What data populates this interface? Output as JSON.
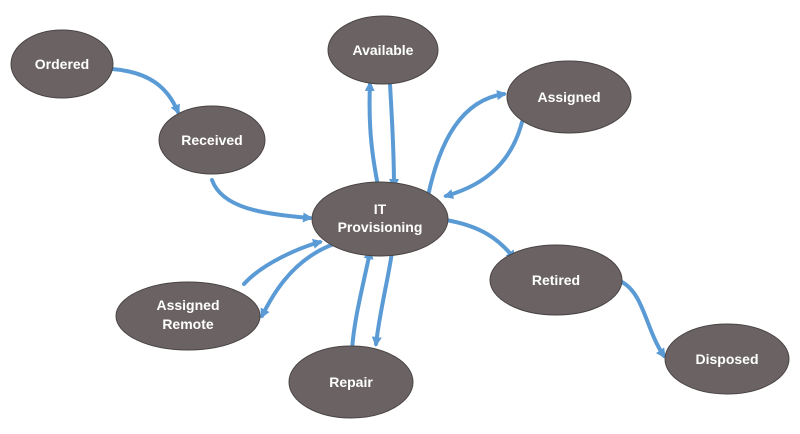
{
  "colors": {
    "node_fill": "#6b6363",
    "node_stroke": "#4a4444",
    "arrow": "#5b9bd5",
    "label": "#ffffff"
  },
  "nodes": {
    "ordered": {
      "label": "Ordered"
    },
    "received": {
      "label": "Received"
    },
    "available": {
      "label": "Available"
    },
    "assigned": {
      "label": "Assigned"
    },
    "it_provisioning": {
      "label_line1": "IT",
      "label_line2": "Provisioning"
    },
    "retired": {
      "label": "Retired"
    },
    "disposed": {
      "label": "Disposed"
    },
    "assigned_remote": {
      "label_line1": "Assigned",
      "label_line2": "Remote"
    },
    "repair": {
      "label": "Repair"
    }
  },
  "edges": [
    {
      "from": "Ordered",
      "to": "Received"
    },
    {
      "from": "Received",
      "to": "IT Provisioning"
    },
    {
      "from": "IT Provisioning",
      "to": "Available"
    },
    {
      "from": "Available",
      "to": "IT Provisioning"
    },
    {
      "from": "IT Provisioning",
      "to": "Assigned"
    },
    {
      "from": "Assigned",
      "to": "IT Provisioning"
    },
    {
      "from": "IT Provisioning",
      "to": "Retired"
    },
    {
      "from": "Retired",
      "to": "Disposed"
    },
    {
      "from": "IT Provisioning",
      "to": "Assigned Remote"
    },
    {
      "from": "Assigned Remote",
      "to": "IT Provisioning"
    },
    {
      "from": "IT Provisioning",
      "to": "Repair"
    },
    {
      "from": "Repair",
      "to": "IT Provisioning"
    }
  ]
}
